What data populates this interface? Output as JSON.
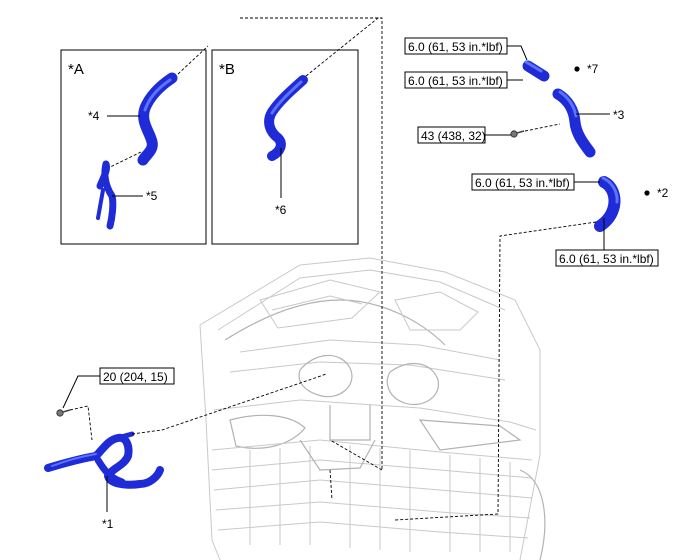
{
  "colors": {
    "hose": "#1f2bd6",
    "hose_highlight": "#5b73ff",
    "engine": "#c9c9c9"
  },
  "insets": {
    "a": {
      "title": "*A"
    },
    "b": {
      "title": "*B"
    }
  },
  "callouts": {
    "c1": "*1",
    "c2": "*2",
    "c3": "*3",
    "c4": "*4",
    "c5": "*5",
    "c6": "*6",
    "c7": "*7"
  },
  "torque": {
    "t1": "6.0 (61, 53 in.*lbf)",
    "t2": "6.0 (61, 53 in.*lbf)",
    "t3": "43 (438, 32)",
    "t4": "6.0 (61, 53 in.*lbf)",
    "t5": "6.0 (61, 53 in.*lbf)",
    "t6": "20 (204, 15)"
  }
}
